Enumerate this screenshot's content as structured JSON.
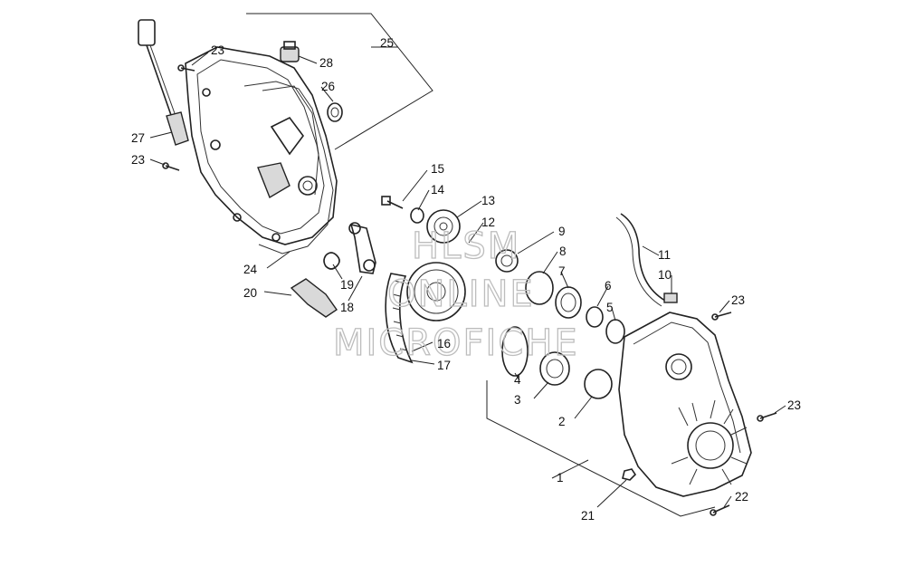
{
  "watermark": {
    "line1": "HLSM",
    "line2": "ONLINE",
    "line3": "MICROFICHE"
  },
  "callouts": [
    {
      "id": "1",
      "text": "1"
    },
    {
      "id": "2",
      "text": "2"
    },
    {
      "id": "3",
      "text": "3"
    },
    {
      "id": "4",
      "text": "4"
    },
    {
      "id": "5",
      "text": "5"
    },
    {
      "id": "6",
      "text": "6"
    },
    {
      "id": "7",
      "text": "7"
    },
    {
      "id": "8",
      "text": "8"
    },
    {
      "id": "9",
      "text": "9"
    },
    {
      "id": "10",
      "text": "10"
    },
    {
      "id": "11",
      "text": "11"
    },
    {
      "id": "12",
      "text": "12"
    },
    {
      "id": "13",
      "text": "13"
    },
    {
      "id": "14",
      "text": "14"
    },
    {
      "id": "15",
      "text": "15"
    },
    {
      "id": "16",
      "text": "16"
    },
    {
      "id": "17",
      "text": "17"
    },
    {
      "id": "18",
      "text": "18"
    },
    {
      "id": "19",
      "text": "19"
    },
    {
      "id": "20",
      "text": "20"
    },
    {
      "id": "21",
      "text": "21"
    },
    {
      "id": "22",
      "text": "22"
    },
    {
      "id": "23a",
      "text": "23"
    },
    {
      "id": "23b",
      "text": "23"
    },
    {
      "id": "23c",
      "text": "23"
    },
    {
      "id": "23d",
      "text": "23"
    },
    {
      "id": "24",
      "text": "24"
    },
    {
      "id": "25",
      "text": "25"
    },
    {
      "id": "26",
      "text": "26"
    },
    {
      "id": "27",
      "text": "27"
    },
    {
      "id": "28",
      "text": "28"
    }
  ]
}
